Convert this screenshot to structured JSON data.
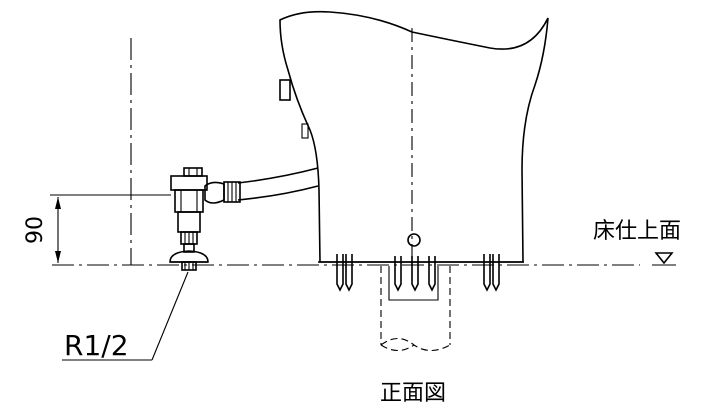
{
  "labels": {
    "dimension_90": "90",
    "pipe_size": "R1/2",
    "floor_finish": "床仕上面",
    "view_title": "正面図"
  }
}
